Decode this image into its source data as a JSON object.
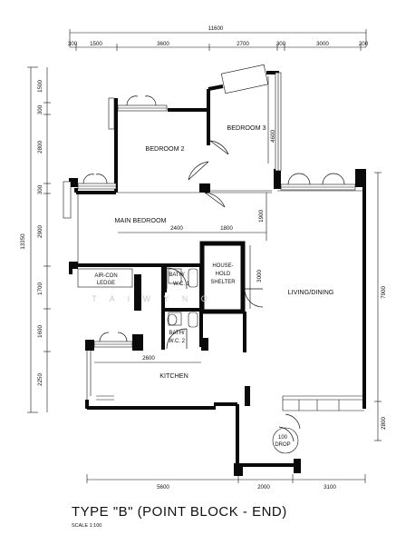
{
  "plan": {
    "title": "TYPE \"B\" (POINT BLOCK - END)",
    "scale": "SCALE 1:100",
    "watermark": "T A I W Y N O"
  },
  "rooms": {
    "bedroom2": "BEDROOM 2",
    "bedroom3": "BEDROOM 3",
    "main_bedroom": "MAIN BEDROOM",
    "aircon_line1": "AIR-CON",
    "aircon_line2": "LEDGE",
    "bath1_line1": "BATH/",
    "bath1_line2": "W.C. 1",
    "bath2_line1": "BATH/",
    "bath2_line2": "W.C. 2",
    "shelter_line1": "HOUSE-",
    "shelter_line2": "HOLD",
    "shelter_line3": "SHELTER",
    "living": "LIVING/DINING",
    "kitchen": "KITCHEN",
    "drop_line1": "100",
    "drop_line2": "DROP"
  },
  "dims": {
    "top_total": "11600",
    "top": [
      "300",
      "1500",
      "3600",
      "2700",
      "300",
      "3000",
      "200"
    ],
    "left_total": "13350",
    "left": [
      "1500",
      "300",
      "2800",
      "300",
      "2900",
      "1700",
      "1600",
      "2250"
    ],
    "bottom": [
      "5600",
      "2000",
      "3100"
    ],
    "right": [
      "7900",
      "2800"
    ],
    "inner_4600": "4600",
    "inner_2400": "2400",
    "inner_1800": "1800",
    "inner_1900": "1900",
    "inner_3000": "3000",
    "inner_2600": "2600"
  }
}
